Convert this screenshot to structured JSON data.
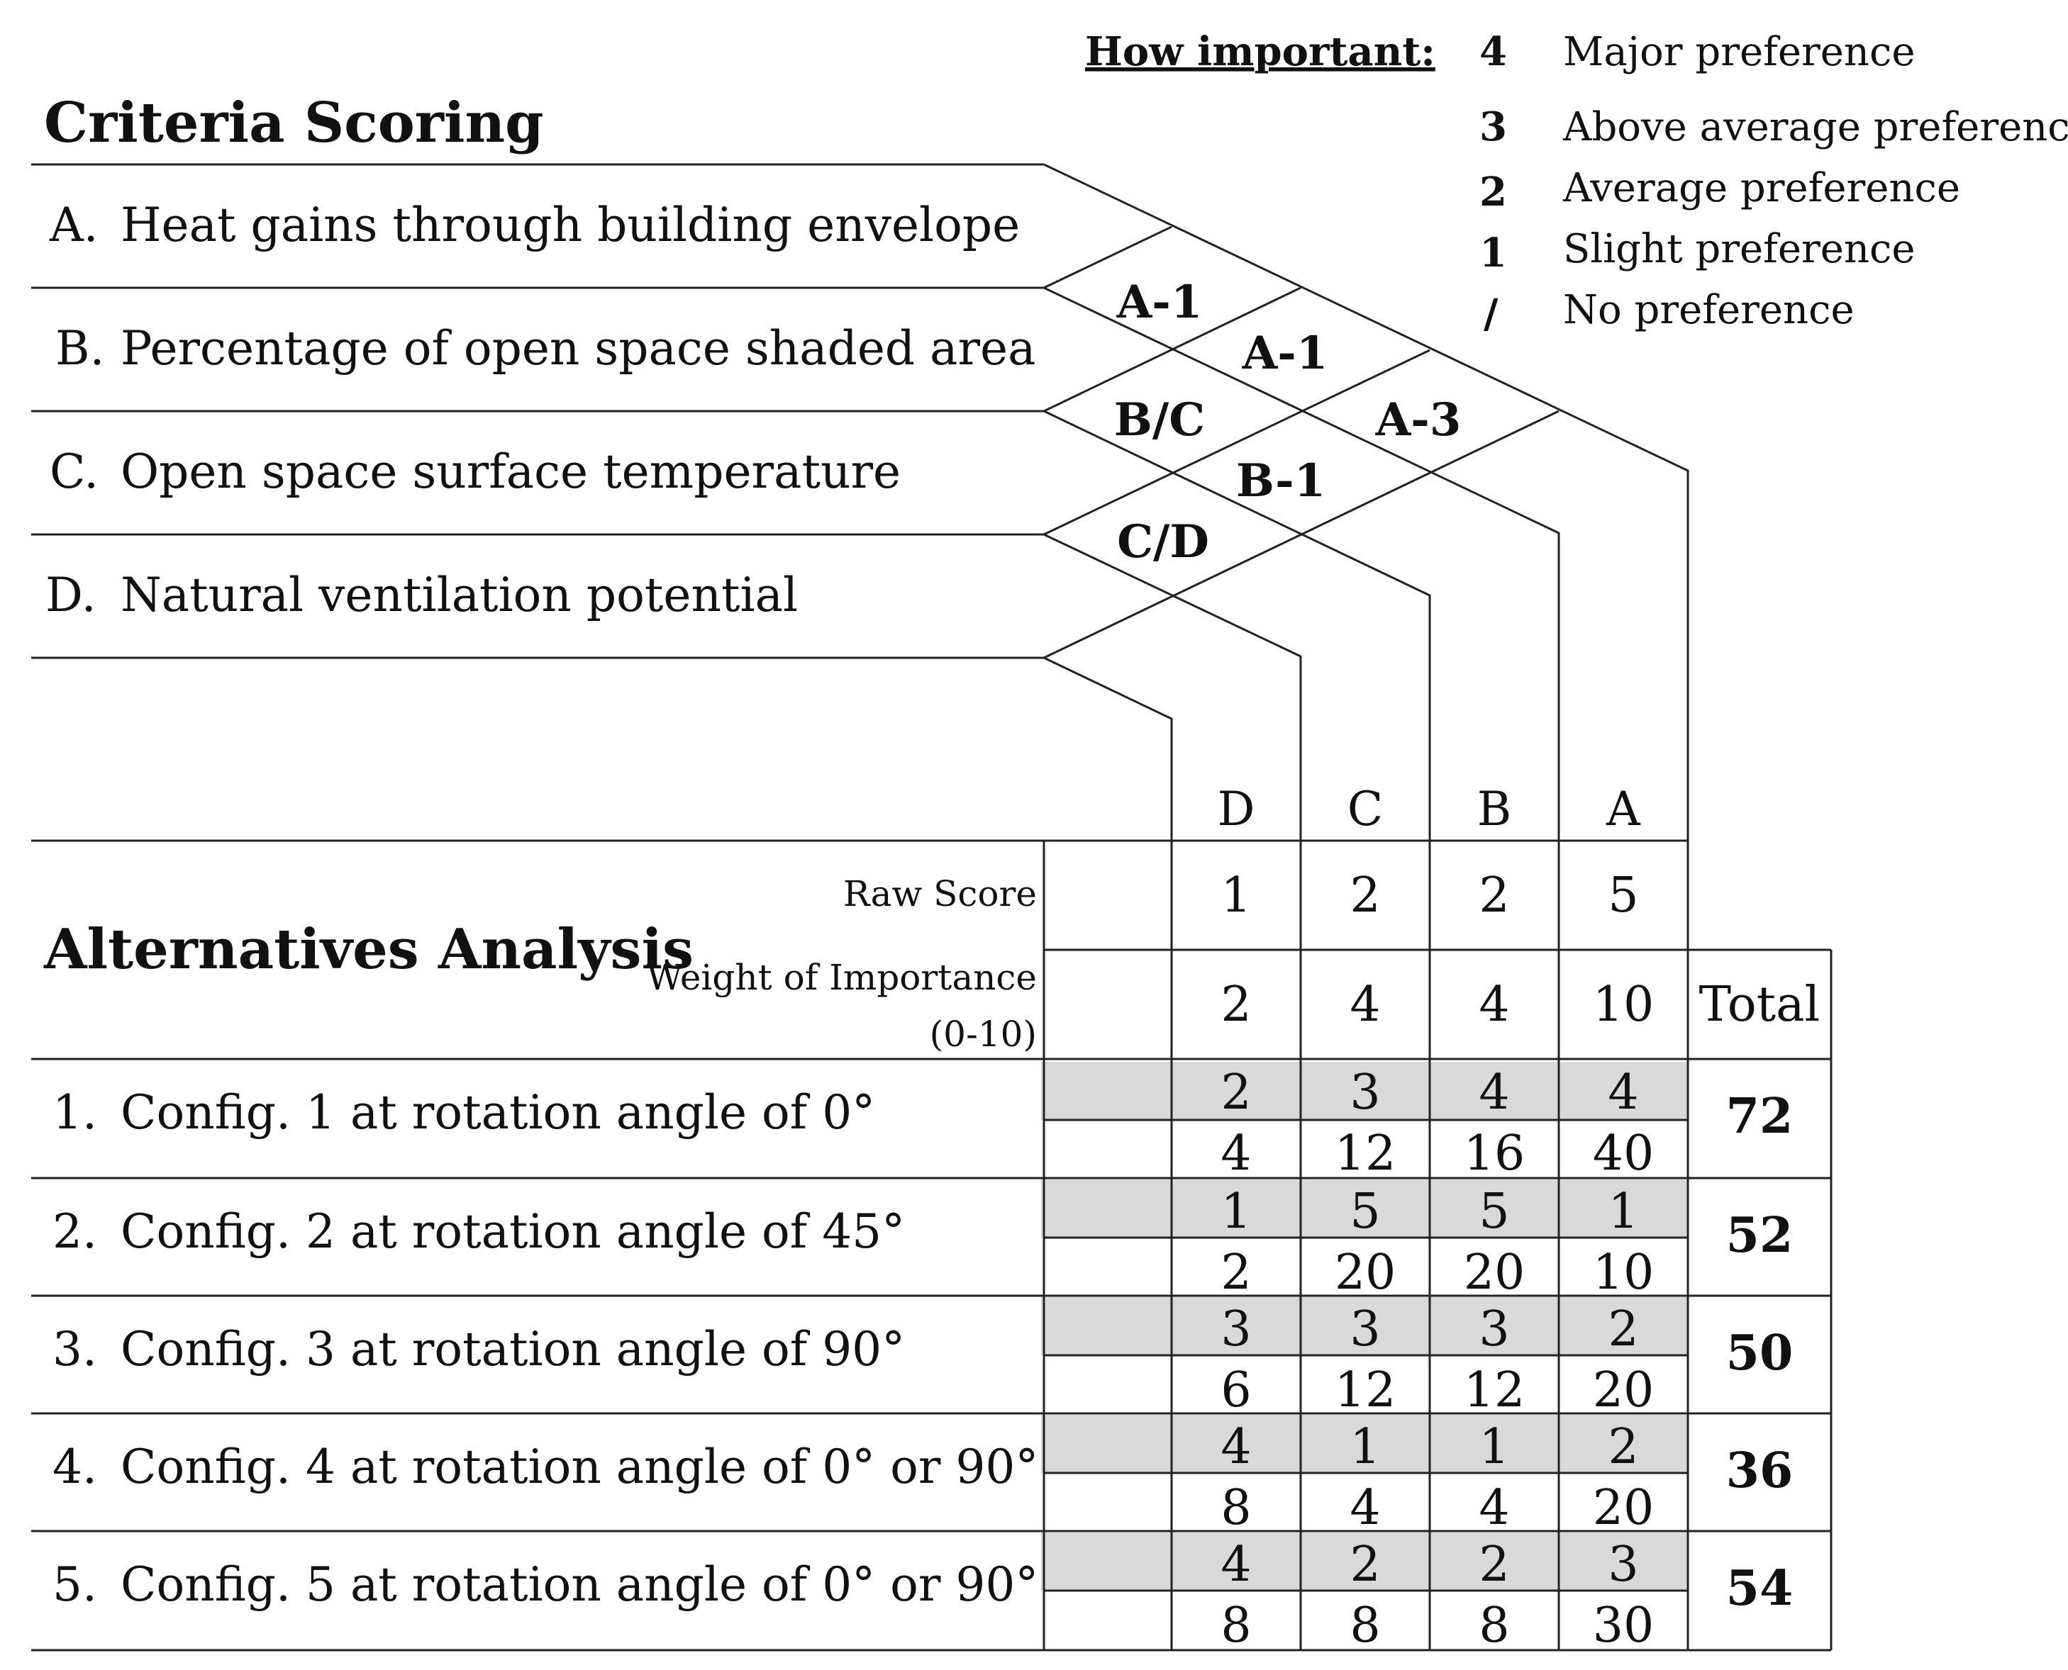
{
  "legend": {
    "heading": "How important:",
    "items": [
      {
        "key": "4",
        "label": "Major preference"
      },
      {
        "key": "3",
        "label": "Above average preference"
      },
      {
        "key": "2",
        "label": "Average preference"
      },
      {
        "key": "1",
        "label": "Slight preference"
      },
      {
        "key": "/",
        "label": "No preference"
      }
    ]
  },
  "criteria_scoring": {
    "title": "Criteria Scoring",
    "criteria": [
      {
        "letter": "A.",
        "text": "Heat gains through building envelope"
      },
      {
        "letter": "B.",
        "text": "Percentage of open space shaded area"
      },
      {
        "letter": "C.",
        "text": "Open space surface temperature"
      },
      {
        "letter": "D.",
        "text": "Natural ventilation potential"
      }
    ],
    "comparisons": [
      {
        "pair": "A-B",
        "result": "A-1"
      },
      {
        "pair": "A-C",
        "result": "A-1"
      },
      {
        "pair": "A-D",
        "result": "A-3"
      },
      {
        "pair": "B-C",
        "result": "B/C"
      },
      {
        "pair": "B-D",
        "result": "B-1"
      },
      {
        "pair": "C-D",
        "result": "C/D"
      }
    ]
  },
  "alternatives_analysis": {
    "title": "Alternatives Analysis",
    "columns": [
      "D",
      "C",
      "B",
      "A"
    ],
    "raw_score_label": "Raw Score",
    "raw_scores": [
      "1",
      "2",
      "2",
      "5"
    ],
    "weight_label": "Weight of Importance",
    "weight_range": "(0-10)",
    "weights": [
      "2",
      "4",
      "4",
      "10"
    ],
    "total_label": "Total",
    "alternatives": [
      {
        "number": "1.",
        "name": "Config. 1 at rotation angle of 0°",
        "scores": [
          "2",
          "3",
          "4",
          "4"
        ],
        "weighted": [
          "4",
          "12",
          "16",
          "40"
        ],
        "total": "72"
      },
      {
        "number": "2.",
        "name": "Config. 2 at rotation angle of 45°",
        "scores": [
          "1",
          "5",
          "5",
          "1"
        ],
        "weighted": [
          "2",
          "20",
          "20",
          "10"
        ],
        "total": "52"
      },
      {
        "number": "3.",
        "name": "Config. 3 at rotation angle of 90°",
        "scores": [
          "3",
          "3",
          "3",
          "2"
        ],
        "weighted": [
          "6",
          "12",
          "12",
          "20"
        ],
        "total": "50"
      },
      {
        "number": "4.",
        "name": "Config. 4 at rotation angle of 0° or 90°",
        "scores": [
          "4",
          "1",
          "1",
          "2"
        ],
        "weighted": [
          "8",
          "4",
          "4",
          "20"
        ],
        "total": "36"
      },
      {
        "number": "5.",
        "name": "Config. 5 at rotation angle of 0° or 90°",
        "scores": [
          "4",
          "2",
          "2",
          "3"
        ],
        "weighted": [
          "8",
          "8",
          "8",
          "30"
        ],
        "total": "54"
      }
    ]
  },
  "colors": {
    "line": "#222222",
    "score_shade": "#d9d9d9",
    "text": "#111111"
  }
}
